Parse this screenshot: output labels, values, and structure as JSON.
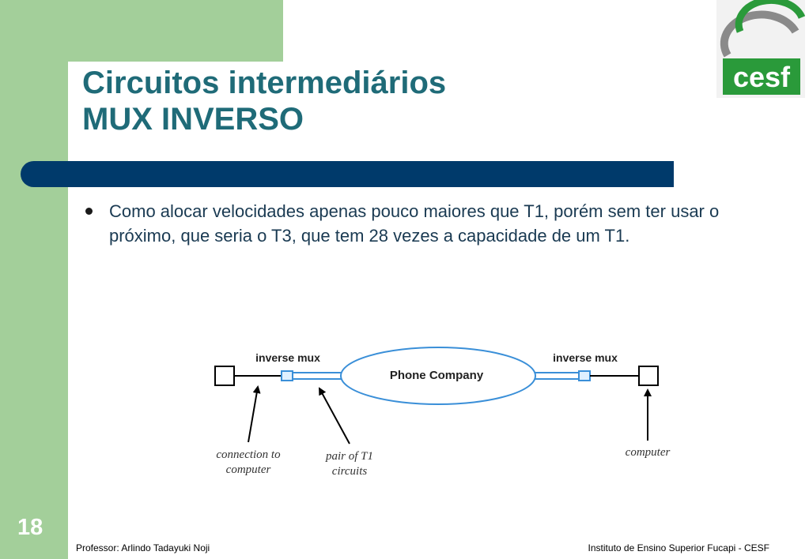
{
  "slide": {
    "title_line1": "Circuitos intermediários",
    "title_line2": "MUX INVERSO",
    "bullet": "Como alocar velocidades apenas pouco maiores que T1, porém sem ter usar o próximo, que seria o T3,  que tem 28 vezes a capacidade de um T1.",
    "slide_number": "18",
    "footer_left": "Professor: Arlindo Tadayuki Noji",
    "footer_right": "Instituto de Ensino Superior Fucapi - CESF"
  },
  "logo": {
    "text": "cesf",
    "icon": "cesf-logo-icon"
  },
  "diagram": {
    "label_inverse_mux_left": "inverse mux",
    "label_inverse_mux_right": "inverse mux",
    "label_phone_company": "Phone Company",
    "label_connection_line1": "connection to",
    "label_connection_line2": "computer",
    "label_pair_line1": "pair of T1",
    "label_pair_line2": "circuits",
    "label_computer": "computer"
  },
  "colors": {
    "band_green": "#a3cf9a",
    "title_teal": "#1f6b78",
    "bar_navy": "#003a6b",
    "link_blue": "#3a8fd8",
    "logo_green": "#2a9a3a"
  }
}
